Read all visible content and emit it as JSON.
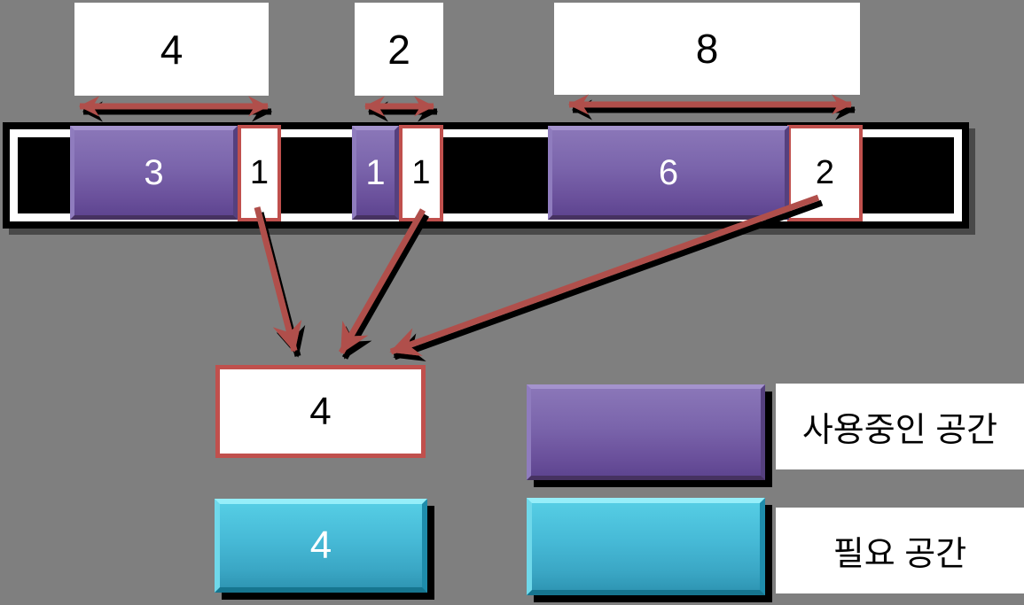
{
  "canvas": {
    "background": "#7f7f7f"
  },
  "colors": {
    "arrow": "#b0504c",
    "free_border": "#c0504d",
    "used_fill": "#7a63a9",
    "required_fill": "#46b9d6",
    "bar_fill": "#000000"
  },
  "top_sizes": [
    {
      "value": "4"
    },
    {
      "value": "2"
    },
    {
      "value": "8"
    }
  ],
  "bar": {
    "segments": [
      {
        "type": "used",
        "value": "3"
      },
      {
        "type": "free",
        "value": "1"
      },
      {
        "type": "used",
        "value": "1"
      },
      {
        "type": "free",
        "value": "1"
      },
      {
        "type": "used",
        "value": "6"
      },
      {
        "type": "free",
        "value": "2"
      }
    ]
  },
  "result": {
    "value": "4"
  },
  "required": {
    "value": "4"
  },
  "legend": {
    "used_label": "사용중인 공간",
    "required_label": "필요 공간"
  }
}
